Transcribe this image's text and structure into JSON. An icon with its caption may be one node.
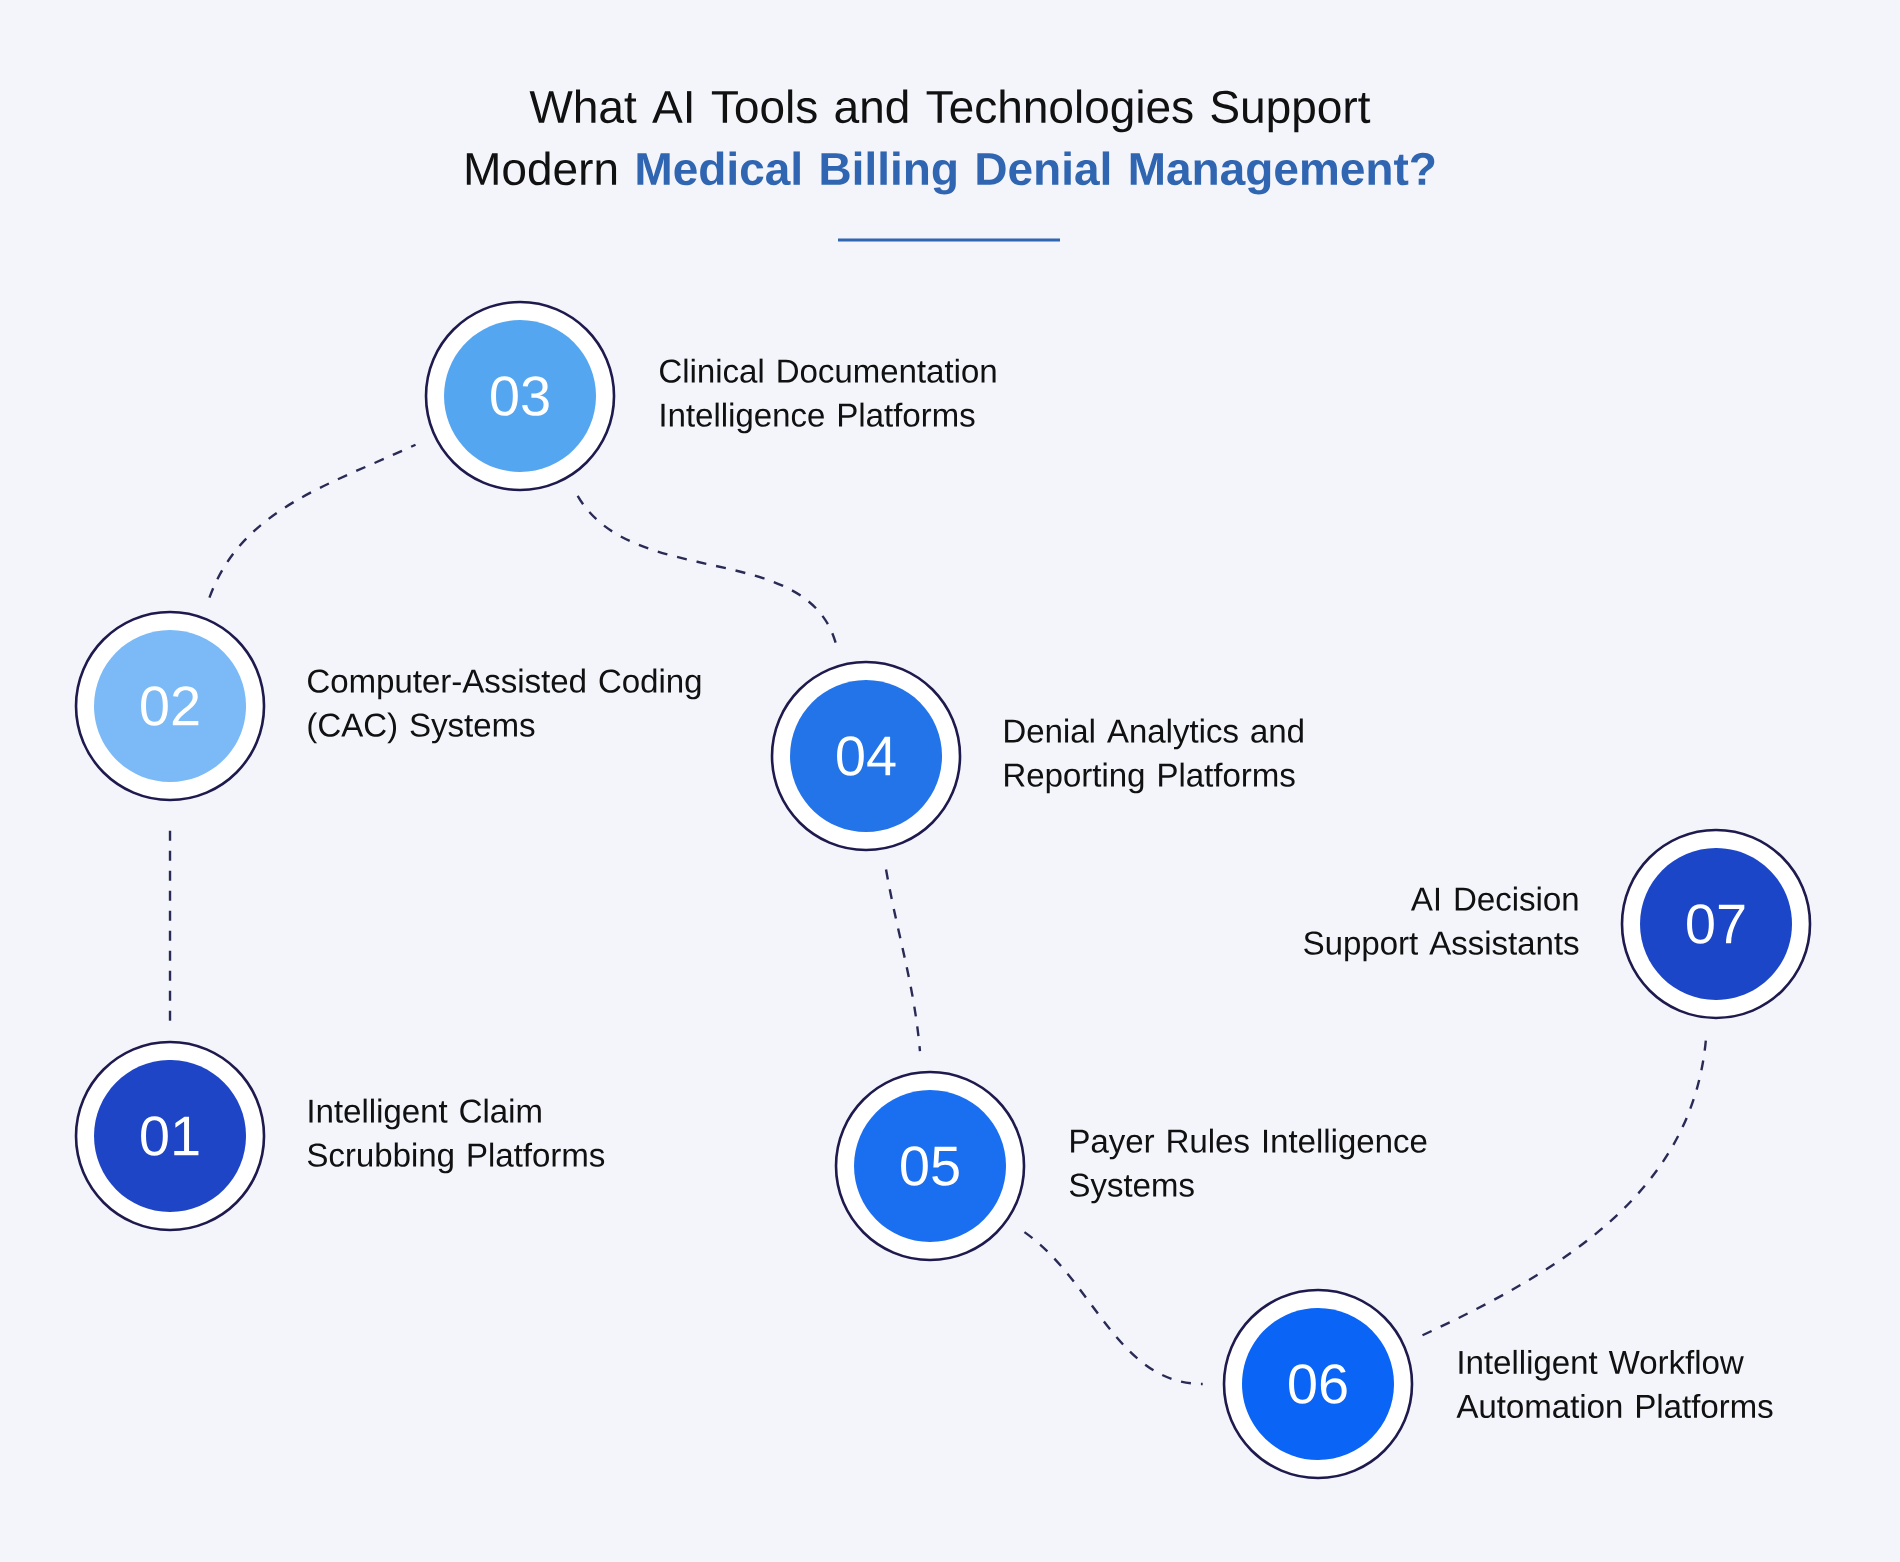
{
  "diagram": {
    "title": "What AI Tools and Technologies Support Modern **Medical Billing Denial Management?**",
    "nodes": [
      {
        "text": [
          "01"
        ],
        "beside": [
          "Intelligent Claim Scrubbing Platforms"
        ]
      },
      {
        "text": [
          "02"
        ],
        "beside": [
          "Computer-Assisted Coding (CAC) Systems"
        ]
      },
      {
        "text": [
          "03"
        ],
        "beside": [
          "Clinical Documentation Intelligence Platforms"
        ]
      },
      {
        "text": [
          "04"
        ],
        "beside": [
          "Denial Analytics and Reporting Platforms"
        ]
      },
      {
        "text": [
          "05"
        ],
        "beside": [
          "Payer Rules Intelligence Systems"
        ]
      },
      {
        "text": [
          "06"
        ],
        "beside": [
          "Intelligent Workflow Automation Platforms"
        ]
      },
      {
        "text": [
          "07"
        ],
        "beside": [
          "AI Decision Support Assistants"
        ]
      }
    ],
    "edges": [
      {
        "from": 0,
        "to": 1,
        "arrow": "none",
        "style": "dashed"
      },
      {
        "from": 1,
        "to": 2,
        "arrow": "none",
        "style": "dashed"
      },
      {
        "from": 2,
        "to": 3,
        "arrow": "none",
        "style": "dashed"
      },
      {
        "from": 3,
        "to": 4,
        "arrow": "none",
        "style": "dashed"
      },
      {
        "from": 4,
        "to": 5,
        "arrow": "none",
        "style": "dashed"
      },
      {
        "from": 5,
        "to": 6,
        "arrow": "none",
        "style": "dashed"
      }
    ]
  }
}
